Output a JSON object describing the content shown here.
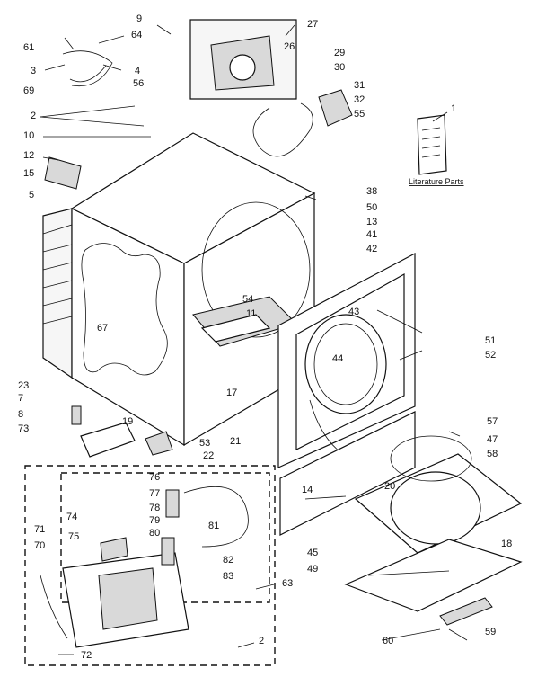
{
  "diagram": {
    "literature_label": "Literature Parts",
    "callouts": [
      "1",
      "2",
      "3",
      "4",
      "5",
      "7",
      "8",
      "9",
      "10",
      "11",
      "12",
      "13",
      "14",
      "15",
      "17",
      "18",
      "19",
      "20",
      "21",
      "22",
      "23",
      "26",
      "27",
      "29",
      "30",
      "31",
      "32",
      "38",
      "41",
      "42",
      "43",
      "44",
      "45",
      "47",
      "49",
      "50",
      "51",
      "52",
      "53",
      "54",
      "55",
      "56",
      "57",
      "58",
      "59",
      "60",
      "61",
      "63",
      "64",
      "67",
      "69",
      "70",
      "71",
      "72",
      "73",
      "74",
      "75",
      "76",
      "77",
      "78",
      "79",
      "80",
      "81",
      "82",
      "83"
    ]
  }
}
